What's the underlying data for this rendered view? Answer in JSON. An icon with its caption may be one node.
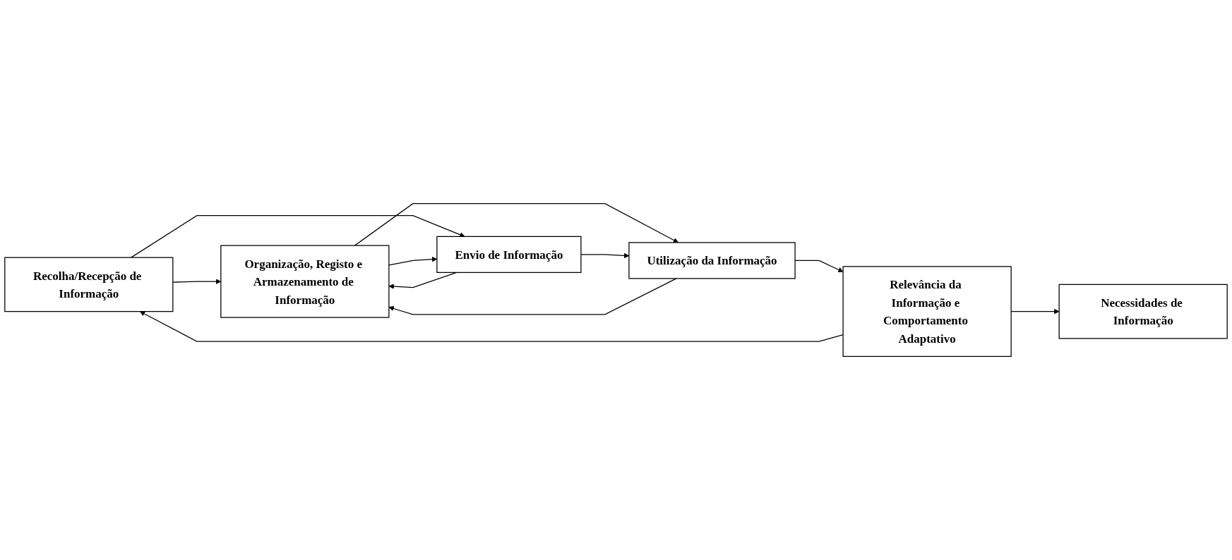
{
  "diagram": {
    "nodes": [
      {
        "text": [
          "Necessidades de Informação"
        ]
      },
      {
        "text": [
          "Recolha/Recepção de Informação"
        ]
      },
      {
        "text": [
          "Organização, Registo e Armazenamento de Informação"
        ]
      },
      {
        "text": [
          "Envio de Informação"
        ]
      },
      {
        "text": [
          "Utilização da Informação"
        ]
      },
      {
        "text": [
          "Relevância da Informação e Comportamento Adaptativo"
        ]
      }
    ],
    "edges": [
      {
        "from": 5,
        "to": 0,
        "arrow": "to"
      },
      {
        "from": 5,
        "to": 1,
        "arrow": "to"
      },
      {
        "from": 1,
        "to": 2,
        "arrow": "to"
      },
      {
        "from": 1,
        "to": 3,
        "arrow": "to"
      },
      {
        "from": 2,
        "to": 3,
        "arrow": "to"
      },
      {
        "from": 3,
        "to": 2,
        "arrow": "to"
      },
      {
        "from": 2,
        "to": 4,
        "arrow": "to"
      },
      {
        "from": 4,
        "to": 2,
        "arrow": "to"
      },
      {
        "from": 3,
        "to": 4,
        "arrow": "to"
      },
      {
        "from": 4,
        "to": 5,
        "arrow": "to"
      }
    ]
  }
}
